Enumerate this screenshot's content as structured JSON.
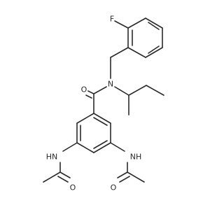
{
  "molecule": {
    "atoms": {
      "fluorine": "F",
      "amide_oxygen": "O",
      "amide_nitrogen": "N",
      "left_nh": "HN",
      "right_nh": "NH",
      "left_acetyl_oxygen": "O",
      "right_acetyl_oxygen": "O"
    }
  }
}
